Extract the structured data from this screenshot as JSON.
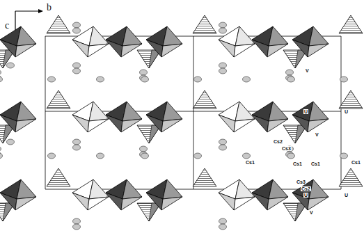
{
  "diagram": {
    "labels": [
      "b",
      "c",
      "U",
      "U",
      "V",
      "V",
      "Cs2",
      "Cs3",
      "Cs1",
      "Cs1",
      "Cs1",
      "Cs1",
      "U",
      "U",
      "Cs3",
      "Cs2",
      "V"
    ]
  }
}
